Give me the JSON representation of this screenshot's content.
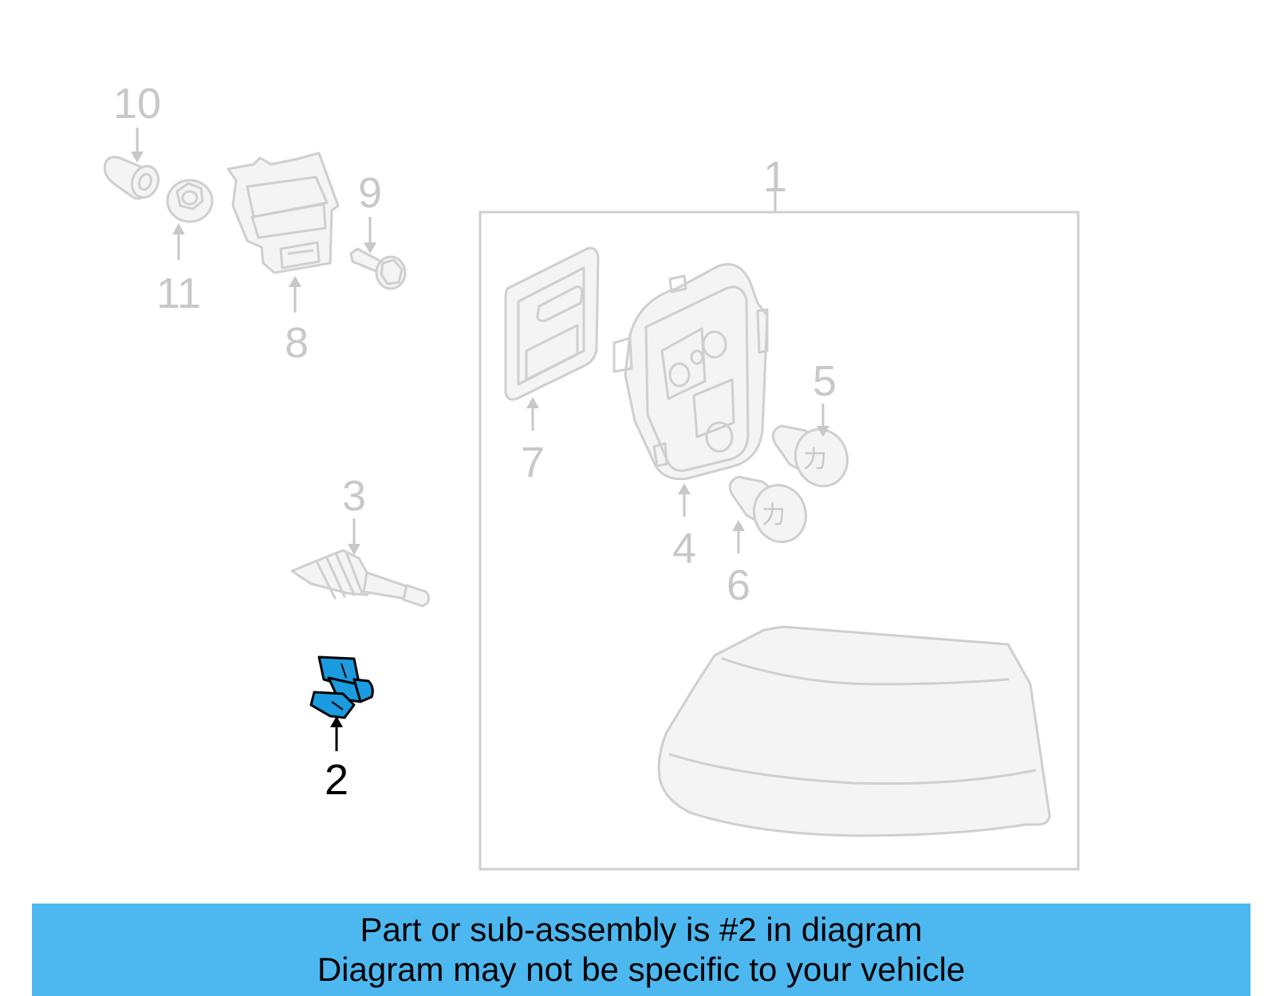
{
  "diagram": {
    "callouts": [
      {
        "id": "1",
        "label": "1"
      },
      {
        "id": "2",
        "label": "2"
      },
      {
        "id": "3",
        "label": "3"
      },
      {
        "id": "4",
        "label": "4"
      },
      {
        "id": "5",
        "label": "5"
      },
      {
        "id": "6",
        "label": "6"
      },
      {
        "id": "7",
        "label": "7"
      },
      {
        "id": "8",
        "label": "8"
      },
      {
        "id": "9",
        "label": "9"
      },
      {
        "id": "10",
        "label": "10"
      },
      {
        "id": "11",
        "label": "11"
      }
    ],
    "highlighted_part": "2",
    "colors": {
      "highlight_fill": "#1b9be0",
      "ghost_stroke": "#cfcfcf",
      "banner": "#4db8f0"
    }
  },
  "banner": {
    "line1": "Part or sub-assembly is #2 in diagram",
    "line2": "Diagram may not be specific to your vehicle"
  }
}
